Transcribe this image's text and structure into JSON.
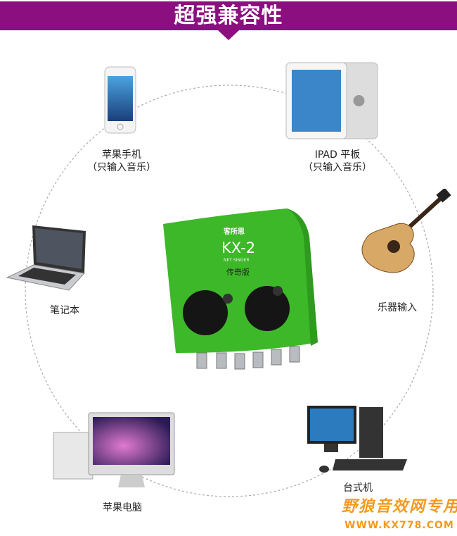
{
  "header": {
    "title": "超强兼容性",
    "color": "#8b0f7f"
  },
  "devices": [
    {
      "name": "iphone",
      "label": "苹果手机\n（只输入音乐）"
    },
    {
      "name": "ipad",
      "label": "IPAD 平板\n（只输入音乐）"
    },
    {
      "name": "laptop",
      "label": "笔记本"
    },
    {
      "name": "guitar",
      "label": "乐器输入"
    },
    {
      "name": "imac",
      "label": "苹果电脑"
    },
    {
      "name": "desktop",
      "label": "台式机"
    }
  ],
  "product": {
    "brand": "客所思",
    "model": "KX-2",
    "subtitle": "NET SINGER",
    "edition": "传奇版",
    "color": "#3cb828"
  },
  "watermark": {
    "text": "野狼音效网专用",
    "url": "WWW.KX778.COM"
  }
}
